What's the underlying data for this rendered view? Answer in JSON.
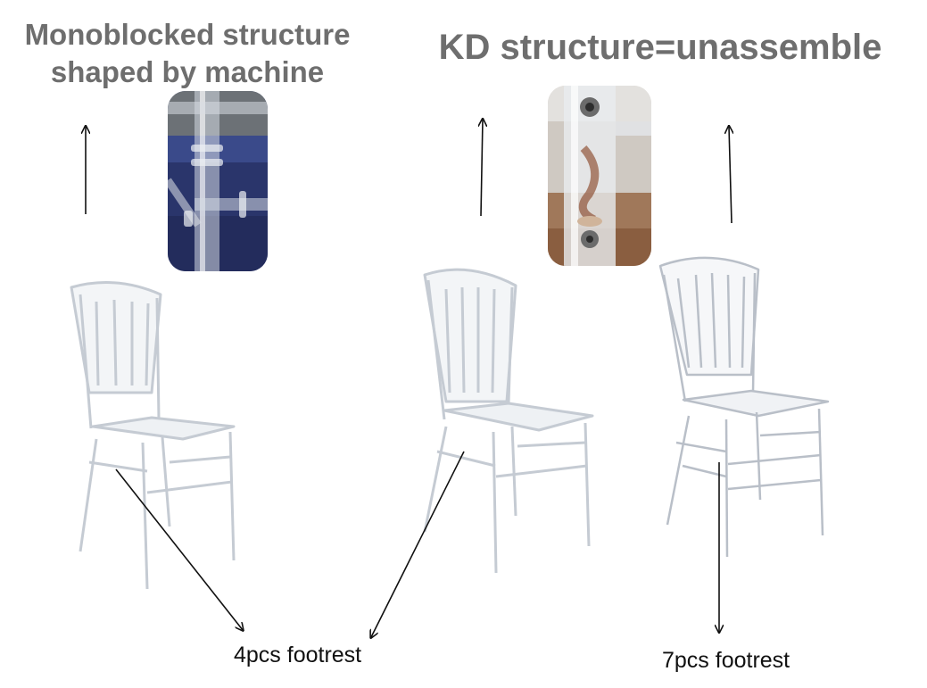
{
  "titles": {
    "monoblocked": "Monoblocked structure\nshaped by machine",
    "kd": "KD structure=unassemble"
  },
  "captions": {
    "left_footrest": "4pcs footrest",
    "right_footrest": "7pcs footrest"
  },
  "colors": {
    "title": "#6e6e6e",
    "caption": "#111111",
    "chair_stroke": "#c9ced6",
    "arrow": "#111111"
  }
}
